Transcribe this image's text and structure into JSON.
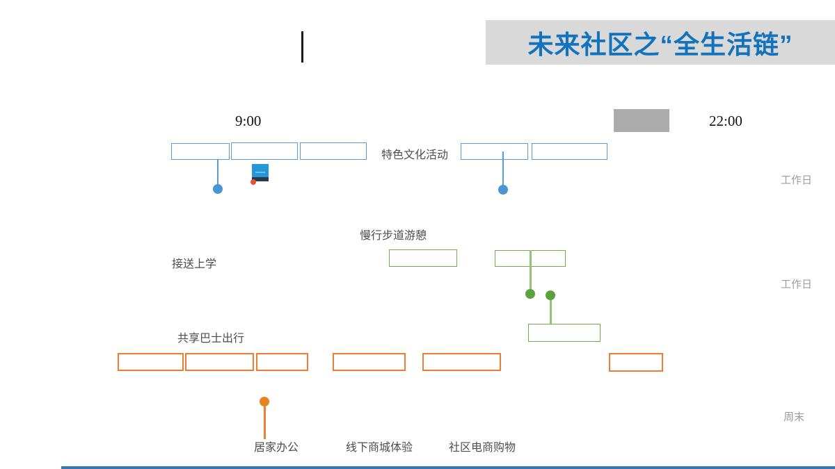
{
  "slide": {
    "title": "未来社区之“全生活链”",
    "time_start": "9:00",
    "time_end": "22:00",
    "row_labels": {
      "cultural": "特色文化活动",
      "walkway": "慢行步道游憩",
      "school": "接送上学",
      "bus": "共享巴士出行"
    },
    "bottom_labels": {
      "home_office": "居家办公",
      "mall": "线下商城体验",
      "ecommerce": "社区电商购物"
    },
    "side_labels": {
      "row1": "工作日",
      "row2": "工作日",
      "row3": "周末"
    },
    "colors": {
      "title_text": "#1273BC",
      "title_bg": "#D9D9D9",
      "blue_accent": "#5B9BD5",
      "green_accent": "#70AD47",
      "orange_accent": "#ED7D31",
      "gray_rect": "#ABABAB",
      "side_label_gray": "#9C9C9C",
      "bottom_bar_blue": "#3B76AF"
    }
  }
}
